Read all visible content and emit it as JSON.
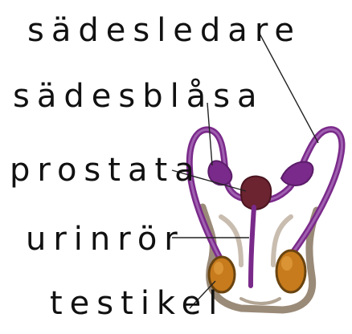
{
  "labels": [
    {
      "id": "sadesledare",
      "text": "sädesledare"
    },
    {
      "id": "sadesblasa",
      "text": "sädesblåsa"
    },
    {
      "id": "prostata",
      "text": "prostata"
    },
    {
      "id": "urinror",
      "text": "urinrör"
    },
    {
      "id": "testikel",
      "text": "testikel"
    }
  ],
  "colors": {
    "duct": "#7a2a8a",
    "duct_highlight": "#a060b0",
    "prostata": "#6b2430",
    "testikel": "#c77b1c",
    "testikel_highlight": "#e3a040",
    "body_outline": "#9a8a78",
    "leader": "#222222"
  }
}
